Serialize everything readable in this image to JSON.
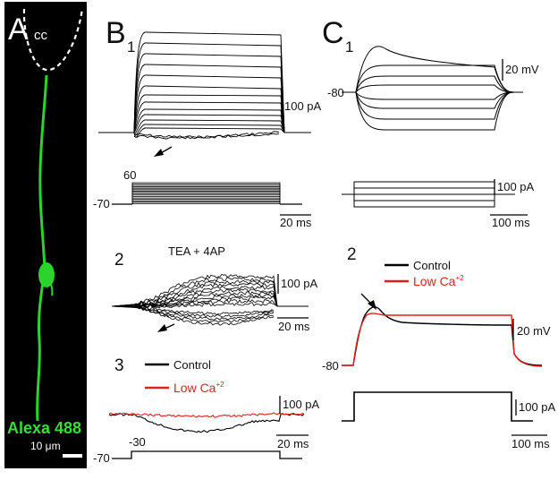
{
  "panelA": {
    "letter": "A",
    "region_label": "cc",
    "stain_label": "Alexa 488",
    "scale_label": "10 μm",
    "colors": {
      "background": "#000000",
      "cell": "#2bd42b",
      "text": "#33e033"
    }
  },
  "panelB1": {
    "letter": "B",
    "subscript": "1",
    "current_scale": "100 pA",
    "time_scale": "20 ms",
    "step_top": "60",
    "holding": "-70"
  },
  "panelB2": {
    "number": "2",
    "drug_label": "TEA + 4AP",
    "current_scale": "100 pA",
    "time_scale": "20 ms"
  },
  "panelB3": {
    "number": "3",
    "legend": [
      {
        "label": "Control",
        "color": "#000000"
      },
      {
        "label": "Low Ca",
        "superscript": "+2",
        "color": "#e0201a"
      }
    ],
    "current_scale": "100 pA",
    "time_scale": "20 ms",
    "step_top": "-30",
    "holding": "-70"
  },
  "panelC1": {
    "letter": "C",
    "subscript": "1",
    "voltage_scale": "20 mV",
    "rest": "-80",
    "current_scale": "100 pA",
    "time_scale": "100 ms"
  },
  "panelC2": {
    "number": "2",
    "legend": [
      {
        "label": "Control",
        "color": "#000000"
      },
      {
        "label": "Low Ca",
        "superscript": "+2",
        "color": "#e0201a"
      }
    ],
    "voltage_scale": "20 mV",
    "rest": "-80",
    "current_scale": "100 pA",
    "time_scale": "100 ms"
  }
}
